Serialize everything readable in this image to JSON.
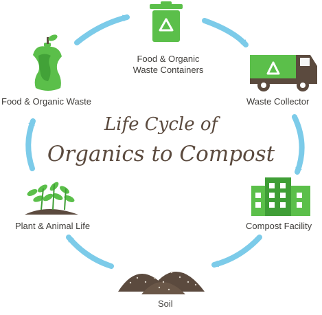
{
  "title": {
    "line1": "Life Cycle of",
    "line2": "Organics to Compost"
  },
  "stages": {
    "containers": "Food & Organic Waste Containers",
    "collector": "Waste Collector",
    "facility": "Compost Facility",
    "soil": "Soil",
    "plant": "Plant & Animal Life",
    "waste": "Food & Organic Waste"
  },
  "colors": {
    "green": "#5bbf4a",
    "dark_green": "#3f9e36",
    "arrow": "#7ccbe9",
    "brown": "#5b4a3e",
    "soil_dot": "#d8cfc4"
  },
  "icons": {
    "containers": "recycle-bin-icon",
    "collector": "garbage-truck-icon",
    "facility": "building-icon",
    "soil": "soil-pile-icon",
    "plant": "plant-sprouts-icon",
    "waste": "apple-core-icon"
  }
}
